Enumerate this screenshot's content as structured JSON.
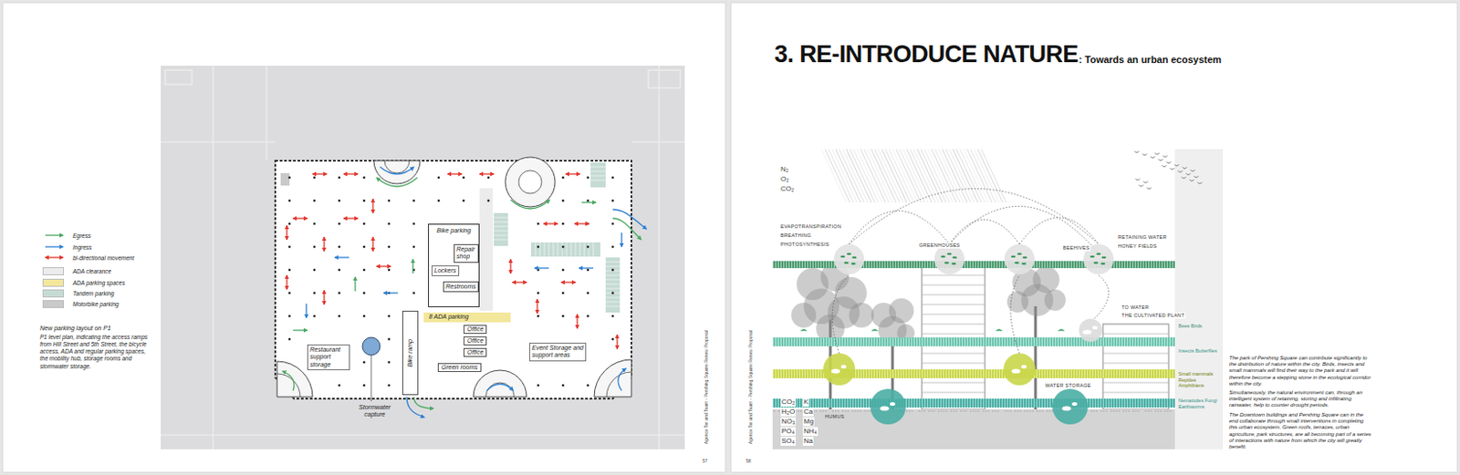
{
  "diagram": {
    "title": "3. RE-INTRODUCE NATURE",
    "caption": "P1 level plan, indicating the access ramps from Hill Street and 5th Street, the bicycle access, ADA and regular parking spaces, the mobility hub, storage rooms and stormwater storage.",
    "nodes": [
      {
        "text": [
          "Bike parking"
        ]
      },
      {
        "text": [
          "Repair shop"
        ],
        "in": 0
      },
      {
        "text": [
          "Lockers"
        ],
        "in": 0
      },
      {
        "text": [
          "Restrooms"
        ],
        "in": 0
      },
      {
        "text": [
          "8 ADA parking"
        ]
      },
      {
        "text": [
          "Bike ramp"
        ]
      },
      {
        "text": [
          "Office"
        ]
      },
      {
        "text": [
          "Office"
        ]
      },
      {
        "text": [
          "Office"
        ]
      },
      {
        "text": [
          "Green rooms"
        ]
      },
      {
        "text": [
          "Restaurant support storage"
        ]
      },
      {
        "text": [
          "Event Storage and support areas"
        ]
      }
    ],
    "labels": [
      "New parking layout on P1",
      "Stormwater capture",
      "Agence Ter and Team - Pershing Square Renew Proposal",
      "57",
      "Agence Ter and Team - Pershing Square Renew Proposal",
      "58",
      ": Towards an urban ecosystem",
      "N₂",
      "O₂",
      "CO₂",
      "EVAPOTRANSPIRATION",
      "BREATHING",
      "PHOTOSYNTHESIS",
      "GREENHOUSES",
      "BEEHIVES",
      "RETAINING WATER",
      "HONEY FIELDS",
      "TO WATER",
      "THE CULTIVATED PLANT",
      "WATER STORAGE",
      "HUMUS",
      "CO₂",
      "H₂O",
      "NO₃",
      "PO₄",
      "SO₄",
      "K",
      "Ca",
      "Mg",
      "NH₄",
      "Na",
      "Bees Birds",
      "Insects Butterflies",
      "Small mammals Reptiles Amphibians",
      "Nematodes Fungi Earthworms",
      "The park of Pershing Square can contribute significantly to the distribution of nature within the city. Birds, insects and small mammals will find their way to the park and it will therefore become a stepping stone in the ecological corridor within the city.",
      "Simultaneously, the natural environment can, through an intelligent system of retaining, storing and infiltrating rainwater, help to counter drought periods.",
      "The Downtown buildings and Pershing Square can in the end collaborate through small interventions in completing this urban ecosystem. Green roofs, terraces, urban agriculture, park structures, are all becoming part of a series of interactions with nature from which the city will greatly benefit."
    ],
    "legend": [
      {
        "text": "Egress"
      },
      {
        "text": "Ingress"
      },
      {
        "text": "bi-directional movement"
      },
      {
        "text": "ADA clearance",
        "color": "#ececec"
      },
      {
        "text": "ADA parking spaces",
        "color": "#f3e79b"
      },
      {
        "text": "Tandem parking",
        "color": "#c5dbd3"
      },
      {
        "text": "Motorbike parking",
        "color": "#c9c9c9"
      }
    ]
  }
}
